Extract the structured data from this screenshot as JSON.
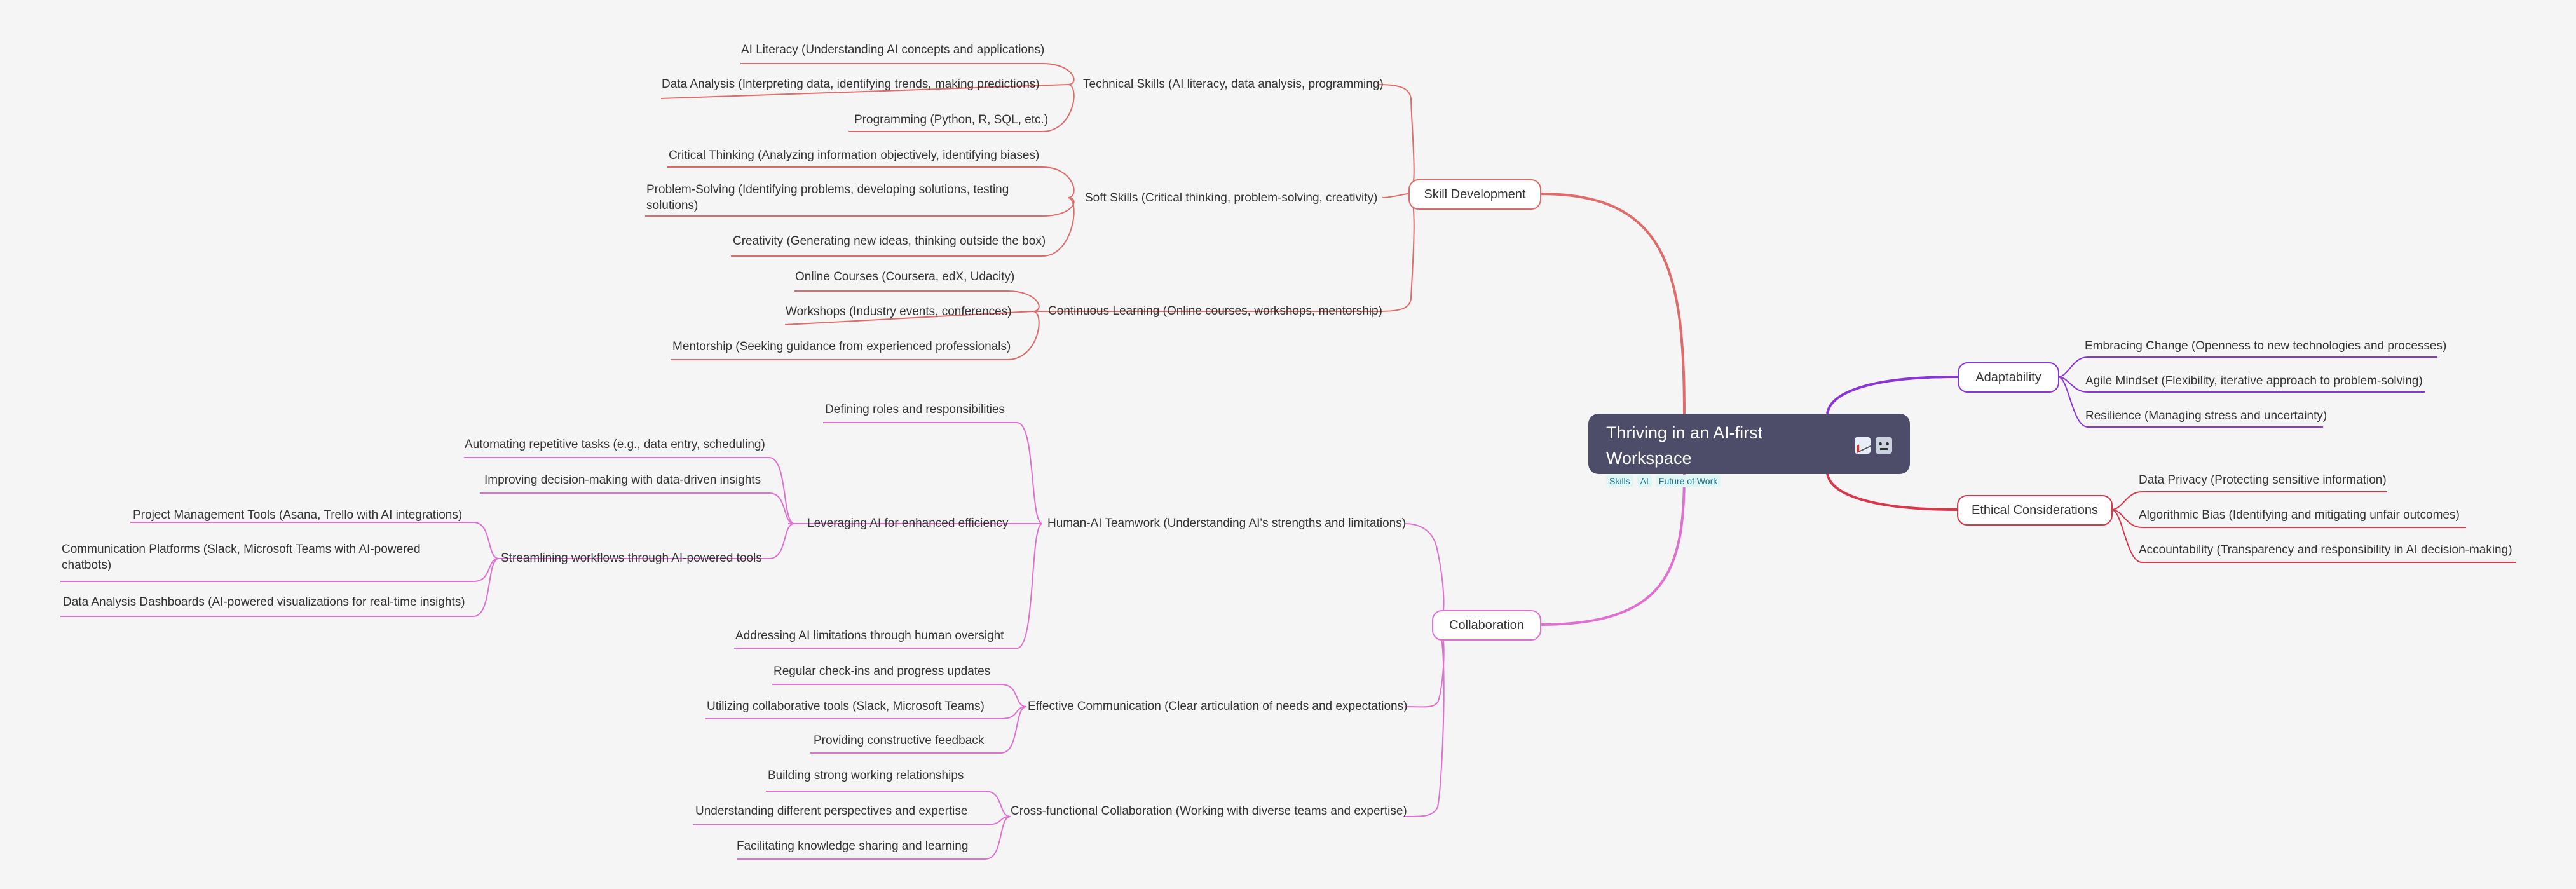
{
  "root": {
    "title": "Thriving in an AI-first Workspace",
    "tags": [
      "Skills",
      "AI",
      "Future of Work"
    ],
    "icons": [
      "chart-increasing-icon",
      "robot-icon"
    ]
  },
  "branches": {
    "skill_development": {
      "label": "Skill Development",
      "technical": {
        "label": "Technical Skills (AI literacy, data analysis, programming)",
        "items": [
          "AI Literacy (Understanding AI concepts and applications)",
          "Data Analysis (Interpreting data, identifying trends, making predictions)",
          "Programming (Python, R, SQL, etc.)"
        ]
      },
      "soft": {
        "label": "Soft Skills (Critical thinking, problem-solving, creativity)",
        "items": [
          "Critical Thinking (Analyzing information objectively, identifying biases)",
          "Problem-Solving (Identifying problems, developing solutions, testing solutions)",
          "Creativity (Generating new ideas, thinking outside the box)"
        ]
      },
      "learning": {
        "label": "Continuous Learning (Online courses, workshops, mentorship)",
        "items": [
          "Online Courses (Coursera, edX, Udacity)",
          "Workshops (Industry events, conferences)",
          "Mentorship (Seeking guidance from experienced professionals)"
        ]
      }
    },
    "collaboration": {
      "label": "Collaboration",
      "teamwork": {
        "label": "Human-AI Teamwork (Understanding AI's strengths and limitations)",
        "roles": "Defining roles and responsibilities",
        "efficiency": {
          "label": "Leveraging AI for enhanced efficiency",
          "automating": "Automating repetitive tasks (e.g., data entry, scheduling)",
          "decisions": "Improving decision-making with data-driven insights",
          "workflows": {
            "label": "Streamlining workflows through AI-powered tools",
            "items": [
              "Project Management Tools (Asana, Trello with AI integrations)",
              "Communication Platforms (Slack, Microsoft Teams with AI-powered chatbots)",
              "Data Analysis Dashboards (AI-powered visualizations for real-time insights)"
            ]
          }
        },
        "oversight": "Addressing AI limitations through human oversight"
      },
      "communication": {
        "label": "Effective Communication (Clear articulation of needs and expectations)",
        "items": [
          "Regular check-ins and progress updates",
          "Utilizing collaborative tools (Slack, Microsoft Teams)",
          "Providing constructive feedback"
        ]
      },
      "crossfunctional": {
        "label": "Cross-functional Collaboration (Working with diverse teams and expertise)",
        "items": [
          "Building strong working relationships",
          "Understanding different perspectives and expertise",
          "Facilitating knowledge sharing and learning"
        ]
      }
    },
    "adaptability": {
      "label": "Adaptability",
      "items": [
        "Embracing Change (Openness to new technologies and processes)",
        "Agile Mindset (Flexibility, iterative approach to problem-solving)",
        "Resilience (Managing stress and uncertainty)"
      ]
    },
    "ethics": {
      "label": "Ethical Considerations",
      "items": [
        "Data Privacy (Protecting sensitive information)",
        "Algorithmic Bias (Identifying and mitigating unfair outcomes)",
        "Accountability (Transparency and responsibility in AI decision-making)"
      ]
    }
  },
  "colors": {
    "skill": "#e06b6b",
    "collab": "#e070d0",
    "adapt": "#8a35d8",
    "ethics": "#d8374c",
    "root": "#4d4d6a",
    "background": "#f5f5f5"
  }
}
